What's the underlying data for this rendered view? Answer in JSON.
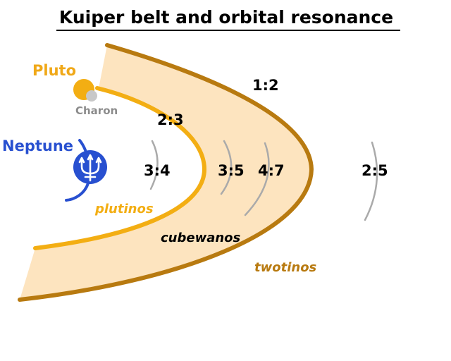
{
  "title": "Kuiper belt and orbital resonance",
  "bodies": {
    "pluto": "Pluto",
    "charon": "Charon",
    "neptune": "Neptune"
  },
  "groups": {
    "plutinos": "plutinos",
    "cubewanos": "cubewanos",
    "twotinos": "twotinos"
  },
  "resonances": {
    "r12": "1:2",
    "r23": "2:3",
    "r34": "3:4",
    "r35": "3:5",
    "r47": "4:7",
    "r25": "2:5"
  },
  "icons": {
    "neptune": "trident-icon"
  },
  "colors": {
    "belt_fill": "#fde4bf",
    "twotino_orbit": "#b87a10",
    "plutino_orbit": "#f3ae13",
    "pluto_label": "#f0a818",
    "neptune": "#2850d0",
    "resonance_arc": "#aaaaaa",
    "charon": "#c8c8c8",
    "title_rule": "#000000"
  }
}
